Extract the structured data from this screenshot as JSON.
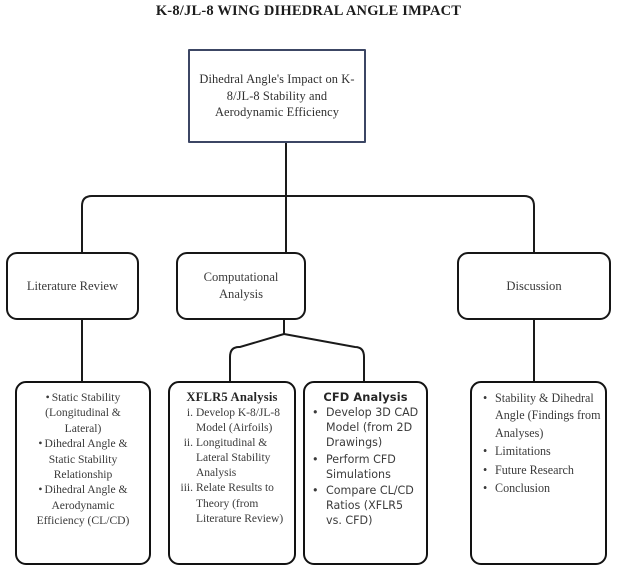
{
  "title": "K-8/JL-8  WING DIHEDRAL ANGLE IMPACT",
  "colors": {
    "root_border": "#3c4664",
    "node_border": "#121212",
    "connector": "#1a1a1a",
    "text": "#3a3a3a",
    "background": "#ffffff"
  },
  "root": {
    "label": "Dihedral Angle's Impact on K-8/JL-8 Stability and Aerodynamic Efficiency"
  },
  "branches": [
    {
      "id": "literature-review",
      "label": "Literature Review"
    },
    {
      "id": "computational-analysis",
      "label": "Computational Analysis"
    },
    {
      "id": "discussion",
      "label": "Discussion"
    }
  ],
  "leaves": {
    "literature_review": {
      "heading": "",
      "items": [
        "Static Stability (Longitudinal & Lateral)",
        "Dihedral Angle & Static Stability Relationship",
        "Dihedral Angle & Aerodynamic Efficiency (CL/CD)"
      ]
    },
    "xflr5": {
      "heading": "XFLR5  Analysis",
      "markers": [
        "i.",
        "ii.",
        "iii."
      ],
      "items": [
        "Develop K-8/JL-8 Model (Airfoils)",
        "Longitudinal & Lateral Stability Analysis",
        "Relate Results to Theory (from Literature Review)"
      ]
    },
    "cfd": {
      "heading": "CFD Analysis",
      "items": [
        "Develop 3D CAD Model (from 2D Drawings)",
        "Perform CFD Simulations",
        "Compare CL/CD Ratios (XFLR5 vs. CFD)"
      ]
    },
    "discussion": {
      "heading": "",
      "items": [
        "Stability & Dihedral Angle (Findings from Analyses)",
        "Limitations",
        "Future Research",
        "Conclusion"
      ]
    }
  },
  "bullet_glyph": "•"
}
